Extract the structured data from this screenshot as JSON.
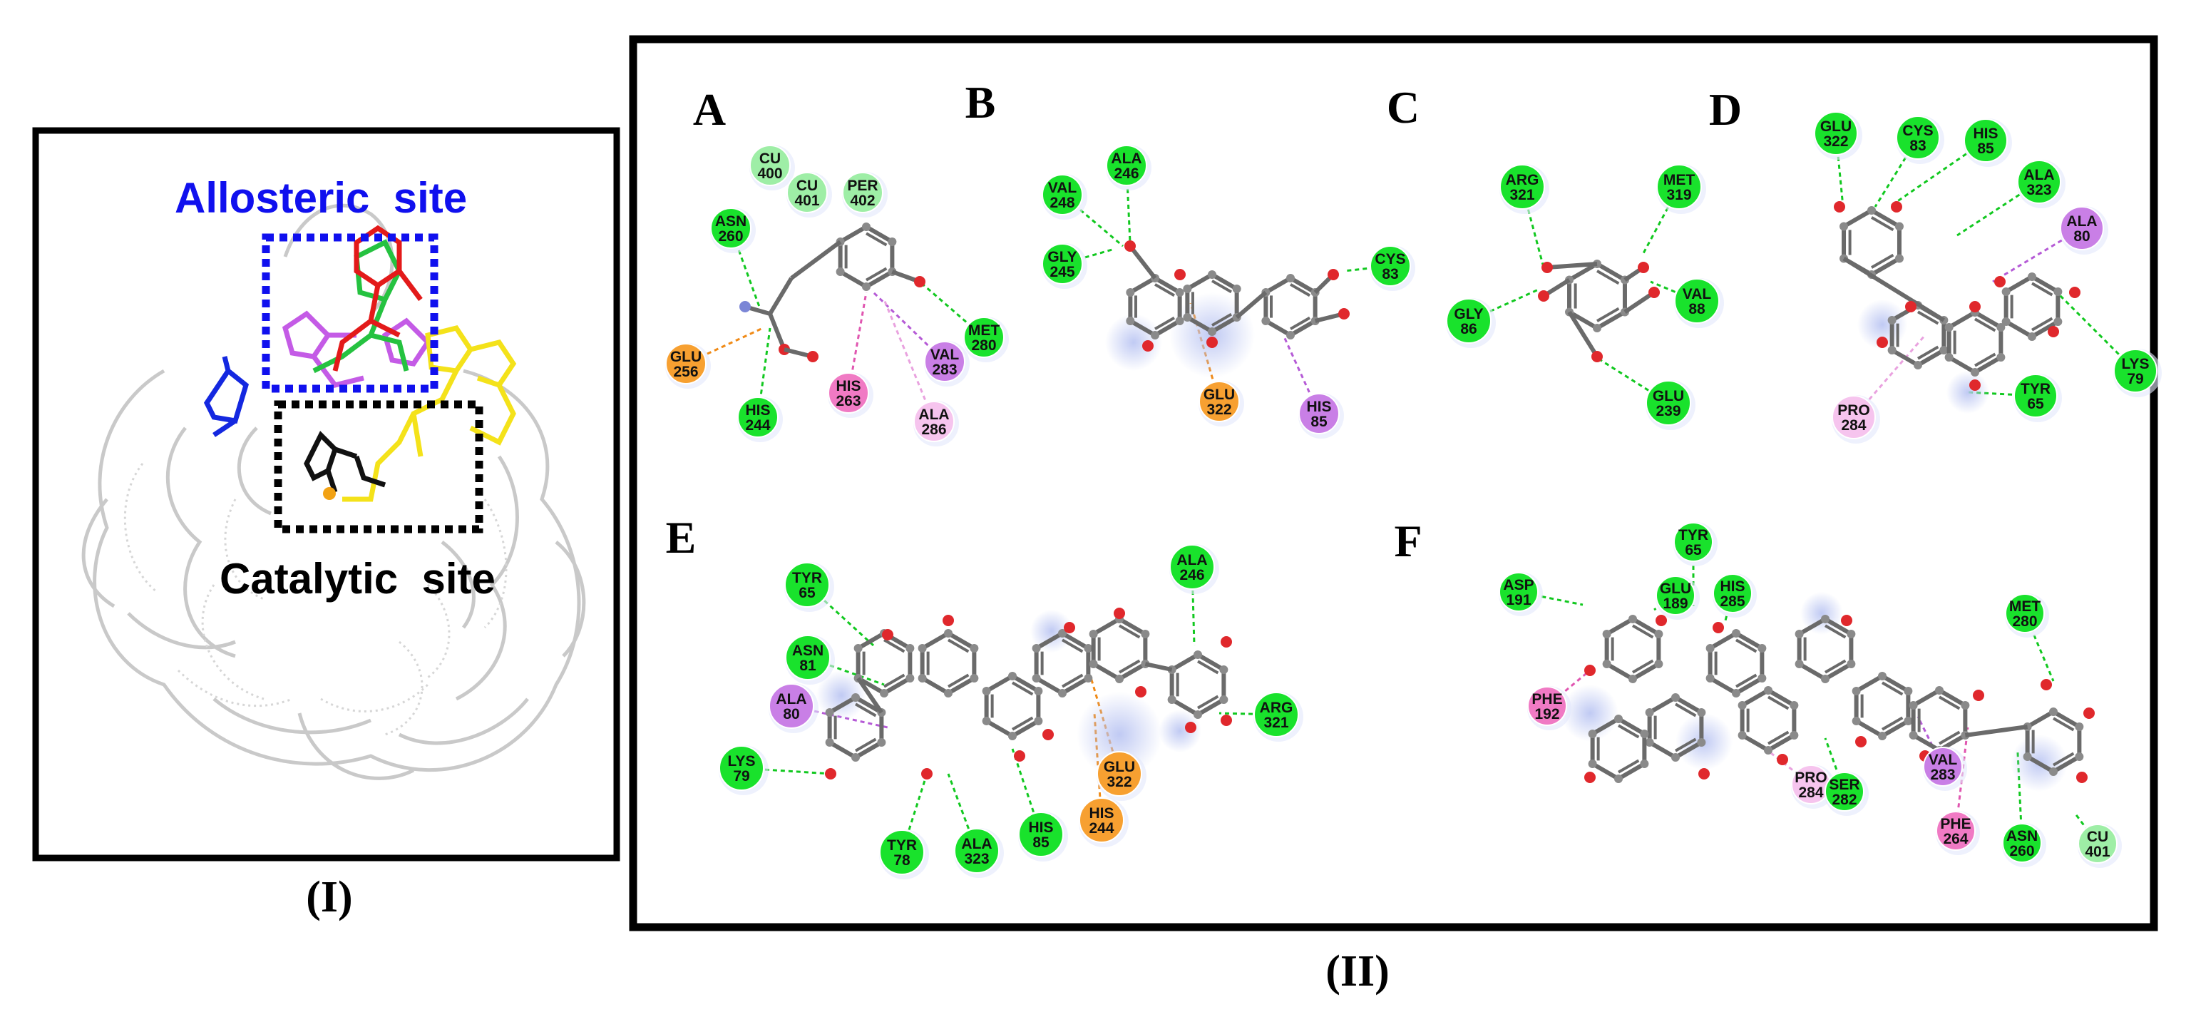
{
  "part1": {
    "caption": "(I)",
    "allosteric_label": "Allosteric  site",
    "catalytic_label": "Catalytic  site"
  },
  "part2": {
    "caption": "(II)",
    "panels": [
      {
        "id": "A",
        "residues": [
          {
            "name": "CU",
            "num": "400",
            "type": "metal"
          },
          {
            "name": "CU",
            "num": "401",
            "type": "metal"
          },
          {
            "name": "PER",
            "num": "402",
            "type": "metal"
          },
          {
            "name": "ASN",
            "num": "260",
            "type": "hbond"
          },
          {
            "name": "GLU",
            "num": "256",
            "type": "attractive"
          },
          {
            "name": "HIS",
            "num": "244",
            "type": "hbond"
          },
          {
            "name": "HIS",
            "num": "263",
            "type": "pistack"
          },
          {
            "name": "VAL",
            "num": "283",
            "type": "pisigma"
          },
          {
            "name": "ALA",
            "num": "286",
            "type": "alkyl"
          },
          {
            "name": "MET",
            "num": "280",
            "type": "hbond"
          }
        ]
      },
      {
        "id": "B",
        "residues": [
          {
            "name": "ALA",
            "num": "246",
            "type": "hbond"
          },
          {
            "name": "VAL",
            "num": "248",
            "type": "hbond"
          },
          {
            "name": "GLY",
            "num": "245",
            "type": "hbond"
          },
          {
            "name": "CYS",
            "num": "83",
            "type": "hbond"
          },
          {
            "name": "GLU",
            "num": "322",
            "type": "attractive"
          },
          {
            "name": "HIS",
            "num": "85",
            "type": "pisigma"
          }
        ]
      },
      {
        "id": "C",
        "residues": [
          {
            "name": "ARG",
            "num": "321",
            "type": "hbond"
          },
          {
            "name": "MET",
            "num": "319",
            "type": "hbond"
          },
          {
            "name": "GLY",
            "num": "86",
            "type": "hbond"
          },
          {
            "name": "VAL",
            "num": "88",
            "type": "hbond"
          },
          {
            "name": "GLU",
            "num": "239",
            "type": "hbond"
          }
        ]
      },
      {
        "id": "D",
        "residues": [
          {
            "name": "GLU",
            "num": "322",
            "type": "hbond"
          },
          {
            "name": "CYS",
            "num": "83",
            "type": "hbond"
          },
          {
            "name": "HIS",
            "num": "85",
            "type": "hbond"
          },
          {
            "name": "ALA",
            "num": "323",
            "type": "hbond"
          },
          {
            "name": "ALA",
            "num": "80",
            "type": "pisigma"
          },
          {
            "name": "LYS",
            "num": "79",
            "type": "hbond"
          },
          {
            "name": "TYR",
            "num": "65",
            "type": "hbond"
          },
          {
            "name": "PRO",
            "num": "284",
            "type": "alkyl"
          }
        ]
      },
      {
        "id": "E",
        "residues": [
          {
            "name": "TYR",
            "num": "65",
            "type": "hbond"
          },
          {
            "name": "ASN",
            "num": "81",
            "type": "hbond"
          },
          {
            "name": "ALA",
            "num": "80",
            "type": "pisigma"
          },
          {
            "name": "LYS",
            "num": "79",
            "type": "hbond"
          },
          {
            "name": "TYR",
            "num": "78",
            "type": "hbond"
          },
          {
            "name": "ALA",
            "num": "323",
            "type": "hbond"
          },
          {
            "name": "HIS",
            "num": "85",
            "type": "hbond"
          },
          {
            "name": "GLU",
            "num": "322",
            "type": "attractive"
          },
          {
            "name": "HIS",
            "num": "244",
            "type": "attractive"
          },
          {
            "name": "ALA",
            "num": "246",
            "type": "hbond"
          },
          {
            "name": "ARG",
            "num": "321",
            "type": "hbond"
          }
        ]
      },
      {
        "id": "F",
        "residues": [
          {
            "name": "ASP",
            "num": "191",
            "type": "hbond"
          },
          {
            "name": "TYR",
            "num": "65",
            "type": "hbond"
          },
          {
            "name": "GLU",
            "num": "189",
            "type": "hbond"
          },
          {
            "name": "HIS",
            "num": "285",
            "type": "hbond"
          },
          {
            "name": "PHE",
            "num": "192",
            "type": "pistack"
          },
          {
            "name": "MET",
            "num": "280",
            "type": "hbond"
          },
          {
            "name": "PRO",
            "num": "284",
            "type": "alkyl"
          },
          {
            "name": "SER",
            "num": "282",
            "type": "hbond"
          },
          {
            "name": "VAL",
            "num": "283",
            "type": "pisigma"
          },
          {
            "name": "PHE",
            "num": "264",
            "type": "pistack"
          },
          {
            "name": "ASN",
            "num": "260",
            "type": "hbond"
          },
          {
            "name": "CU",
            "num": "401",
            "type": "metal"
          }
        ]
      }
    ]
  },
  "colors": {
    "hbond": "#19e22c",
    "metal": "#9eeea6",
    "attractive": "#f7a031",
    "pistack": "#f07ac4",
    "pisigma": "#c97fe6",
    "alkyl": "#f6c4ee",
    "allosteric_box": "#1010ee",
    "catalytic_box": "#000000",
    "ligand_bond": "#6a6a6a",
    "oxygen": "#e0282c"
  }
}
